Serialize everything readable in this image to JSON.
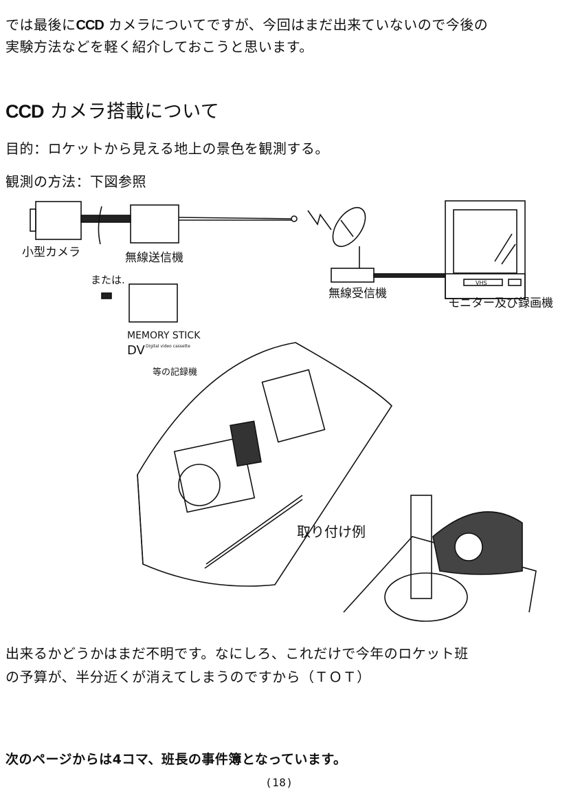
{
  "intro": {
    "line1_pre": "では最後に",
    "ccd": "CCD",
    "line1_post": "カメラについてですが、今回はまだ出来ていないので今後の",
    "line2": "実験方法などを軽く紹介しておこうと思います。"
  },
  "heading": {
    "ccd": "CCD",
    "text": "カメラ搭載について"
  },
  "purpose": "目的：ロケットから見える地上の景色を観測する。",
  "method": "観測の方法：下図参照",
  "diagram": {
    "small_camera": "小型カメラ",
    "transmitter": "無線送信機",
    "or": "または.",
    "memory_stick": "MEMORY STICK",
    "dv": "DV",
    "dv_detail": "Digital video cassette",
    "recorders": "等の記録機",
    "receiver": "無線受信機",
    "monitor": "モニター及び録画機",
    "vhs": "VHS",
    "example": "取り付け例"
  },
  "conclusion": {
    "line1": "出来るかどうかはまだ不明です。なにしろ、これだけで今年のロケット班",
    "line2": "の予算が、半分近くが消えてしまうのですから（ＴＯＴ）"
  },
  "next_page": "次のページからは4コマ、班長の事件簿となっています。",
  "page_number": "(18)"
}
